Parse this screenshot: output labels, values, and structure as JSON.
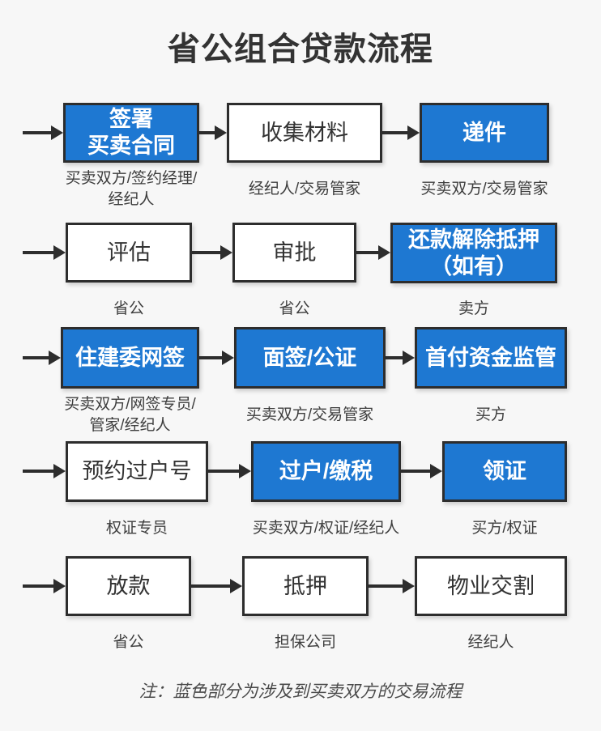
{
  "title": "省公组合贷款流程",
  "note": "注：蓝色部分为涉及到买卖双方的交易流程",
  "colors": {
    "background": "#f7f7f7",
    "node_blue": "#1e78d2",
    "node_white": "#ffffff",
    "border": "#2d2d2d",
    "blue_meaning": "涉及买卖双方的交易流程"
  },
  "rows": [
    {
      "boxes": [
        {
          "type": "blue",
          "lines": [
            "签署",
            "买卖合同"
          ],
          "label": [
            "买卖双方/签约经理/",
            "经纪人"
          ]
        },
        {
          "type": "white",
          "lines": [
            "收集材料"
          ],
          "label": [
            "经纪人/交易管家"
          ]
        },
        {
          "type": "blue",
          "lines": [
            "递件"
          ],
          "label": [
            "买卖双方/交易管家"
          ]
        }
      ]
    },
    {
      "boxes": [
        {
          "type": "white",
          "lines": [
            "评估"
          ],
          "label": [
            "省公"
          ]
        },
        {
          "type": "white",
          "lines": [
            "审批"
          ],
          "label": [
            "省公"
          ]
        },
        {
          "type": "blue",
          "lines": [
            "还款解除抵押",
            "（如有）"
          ],
          "label": [
            "卖方"
          ]
        }
      ]
    },
    {
      "boxes": [
        {
          "type": "blue",
          "lines": [
            "住建委网签"
          ],
          "label": [
            "买卖双方/网签专员/",
            "管家/经纪人"
          ]
        },
        {
          "type": "blue",
          "lines": [
            "面签/公证"
          ],
          "label": [
            "买卖双方/交易管家"
          ]
        },
        {
          "type": "blue",
          "lines": [
            "首付资金监管"
          ],
          "label": [
            "买方"
          ]
        }
      ]
    },
    {
      "boxes": [
        {
          "type": "white",
          "lines": [
            "预约过户号"
          ],
          "label": [
            "权证专员"
          ]
        },
        {
          "type": "blue",
          "lines": [
            "过户/缴税"
          ],
          "label": [
            "买卖双方/权证/经纪人"
          ]
        },
        {
          "type": "blue",
          "lines": [
            "领证"
          ],
          "label": [
            "买方/权证"
          ]
        }
      ]
    },
    {
      "boxes": [
        {
          "type": "white",
          "lines": [
            "放款"
          ],
          "label": [
            "省公"
          ]
        },
        {
          "type": "white",
          "lines": [
            "抵押"
          ],
          "label": [
            "担保公司"
          ]
        },
        {
          "type": "white",
          "lines": [
            "物业交割"
          ],
          "label": [
            "经纪人"
          ]
        }
      ]
    }
  ]
}
